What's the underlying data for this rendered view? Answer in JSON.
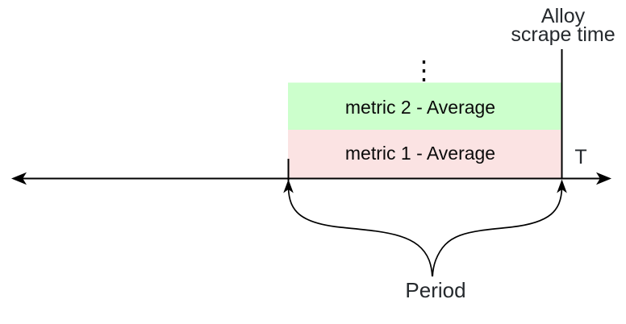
{
  "colors": {
    "stroke": "#000000",
    "annotation_text": "#25292d",
    "metric_text": "#0a0a0a"
  },
  "timeline": {
    "axis_label": "T"
  },
  "scrape_marker": {
    "label_line1": "Alloy",
    "label_line2": "scrape time"
  },
  "bands": [
    {
      "label": "metric 2 - Average",
      "fill": "#ccffcc"
    },
    {
      "label": "metric 1 - Average",
      "fill": "#fbe3e3"
    }
  ],
  "period": {
    "label": "Period"
  },
  "more_indicator": {
    "glyph": "⋮"
  }
}
